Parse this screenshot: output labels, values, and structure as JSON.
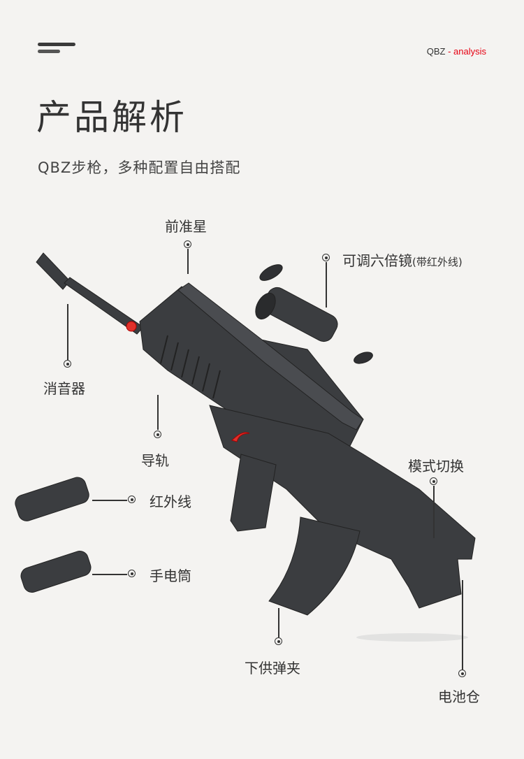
{
  "header": {
    "tag_prefix": "QBZ",
    "tag_separator": " - ",
    "tag_suffix": "analysis",
    "accent_color": "#e60012"
  },
  "title": "产品解析",
  "subtitle": "QBZ步枪，多种配置自由搭配",
  "callouts": {
    "front_sight": "前准星",
    "scope": "可调六倍镜",
    "scope_note": "(带红外线)",
    "muzzle": "消音器",
    "rail": "导轨",
    "infrared": "红外线",
    "flashlight": "手电筒",
    "mode_switch": "模式切换",
    "magazine": "下供弹夹",
    "battery": "电池仓"
  }
}
